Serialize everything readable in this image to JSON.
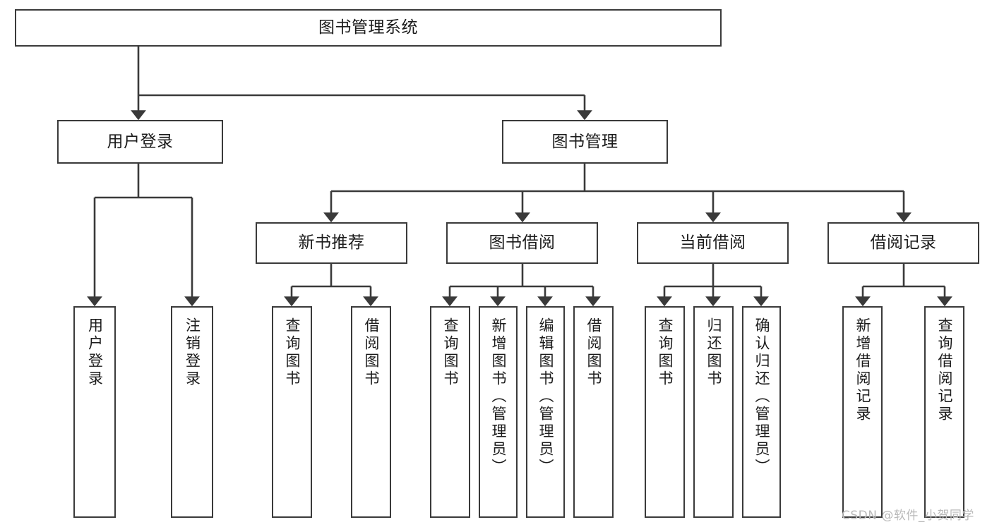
{
  "diagram": {
    "type": "tree-hierarchy",
    "title": "图书管理系统",
    "orientation": "top-down",
    "colors": {
      "box_border": "#3a3a3a",
      "box_fill": "#ffffff",
      "connector": "#3a3a3a",
      "text": "#1b1b1b",
      "watermark": "#b9b9b9",
      "background": "#ffffff"
    },
    "watermark": "CSDN @软件_小贺同学",
    "levels": [
      {
        "level": 1,
        "nodes": [
          {
            "id": "root",
            "label": "图书管理系统",
            "orientation": "horizontal"
          }
        ]
      },
      {
        "level": 2,
        "nodes": [
          {
            "id": "user-login",
            "label": "用户登录",
            "orientation": "horizontal",
            "parent": "root"
          },
          {
            "id": "book-manage",
            "label": "图书管理",
            "orientation": "horizontal",
            "parent": "root"
          }
        ]
      },
      {
        "level": 3,
        "nodes": [
          {
            "id": "new-book-recommend",
            "label": "新书推荐",
            "orientation": "horizontal",
            "parent": "book-manage"
          },
          {
            "id": "book-borrow",
            "label": "图书借阅",
            "orientation": "horizontal",
            "parent": "book-manage"
          },
          {
            "id": "current-borrow",
            "label": "当前借阅",
            "orientation": "horizontal",
            "parent": "book-manage"
          },
          {
            "id": "borrow-record",
            "label": "借阅记录",
            "orientation": "horizontal",
            "parent": "book-manage"
          }
        ]
      },
      {
        "level": 4,
        "nodes": [
          {
            "id": "leaf-user-login",
            "label": "用户登录",
            "orientation": "vertical",
            "parent": "user-login"
          },
          {
            "id": "leaf-user-logout",
            "label": "注销登录",
            "orientation": "vertical",
            "parent": "user-login"
          },
          {
            "id": "leaf-query-book-1",
            "label": "查询图书",
            "orientation": "vertical",
            "parent": "new-book-recommend"
          },
          {
            "id": "leaf-borrow-book-1",
            "label": "借阅图书",
            "orientation": "vertical",
            "parent": "new-book-recommend"
          },
          {
            "id": "leaf-query-book-2",
            "label": "查询图书",
            "orientation": "vertical",
            "parent": "book-borrow"
          },
          {
            "id": "leaf-add-book",
            "label": "新增图书（管理员）",
            "orientation": "vertical",
            "parent": "book-borrow"
          },
          {
            "id": "leaf-edit-book",
            "label": "编辑图书（管理员）",
            "orientation": "vertical",
            "parent": "book-borrow"
          },
          {
            "id": "leaf-borrow-book-2",
            "label": "借阅图书",
            "orientation": "vertical",
            "parent": "book-borrow"
          },
          {
            "id": "leaf-query-book-3",
            "label": "查询图书",
            "orientation": "vertical",
            "parent": "current-borrow"
          },
          {
            "id": "leaf-return-book",
            "label": "归还图书",
            "orientation": "vertical",
            "parent": "current-borrow"
          },
          {
            "id": "leaf-confirm-return",
            "label": "确认归还（管理员）",
            "orientation": "vertical",
            "parent": "current-borrow"
          },
          {
            "id": "leaf-add-record",
            "label": "新增借阅记录",
            "orientation": "vertical",
            "parent": "borrow-record"
          },
          {
            "id": "leaf-query-record",
            "label": "查询借阅记录",
            "orientation": "vertical",
            "parent": "borrow-record"
          }
        ]
      }
    ]
  }
}
